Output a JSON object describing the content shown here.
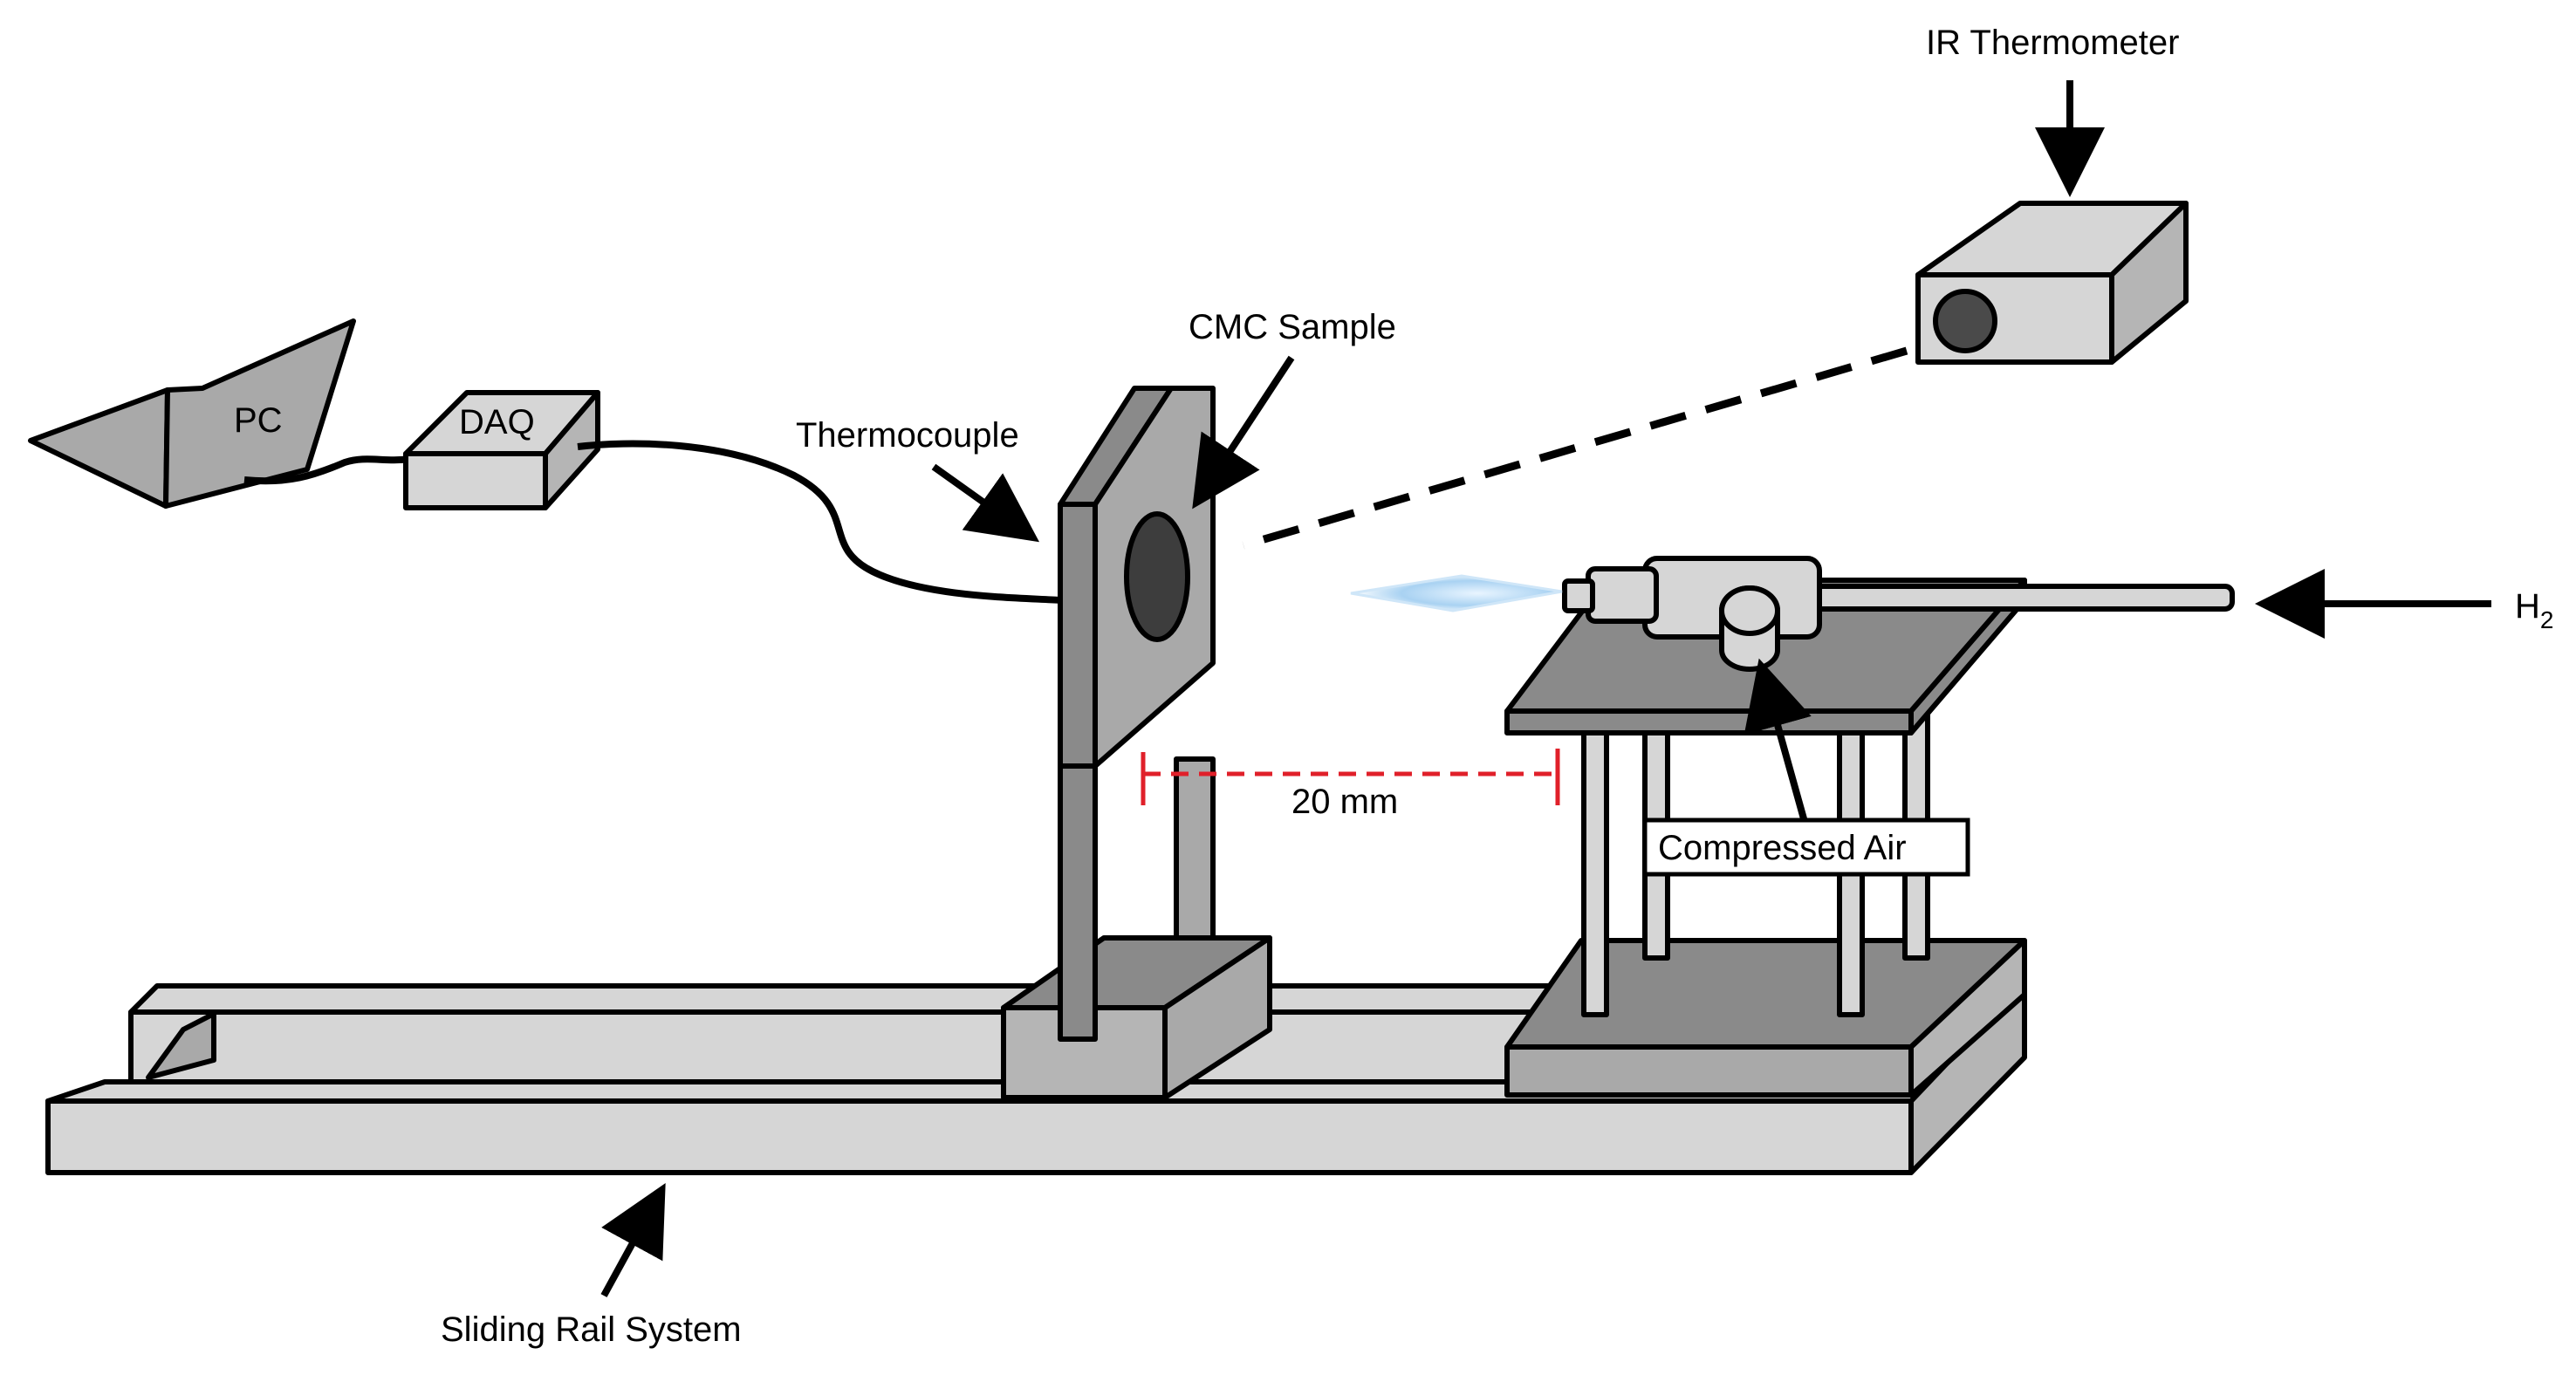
{
  "labels": {
    "pc": "PC",
    "daq": "DAQ",
    "thermocouple": "Thermocouple",
    "cmc_sample": "CMC Sample",
    "ir_thermometer": "IR Thermometer",
    "h2_base": "H",
    "h2_sub": "2",
    "distance": "20 mm",
    "compressed_air": "Compressed Air",
    "sliding_rail": "Sliding Rail System"
  },
  "colors": {
    "outline": "#000000",
    "light_gray": "#d6d6d6",
    "mid_gray": "#a9a9a9",
    "dark_gray": "#8a8a8a",
    "lens": "#4a4a4a",
    "sample_dark": "#3d3d3d",
    "dimension_red": "#e0202a",
    "flame_blue": "#a9d2f2"
  }
}
